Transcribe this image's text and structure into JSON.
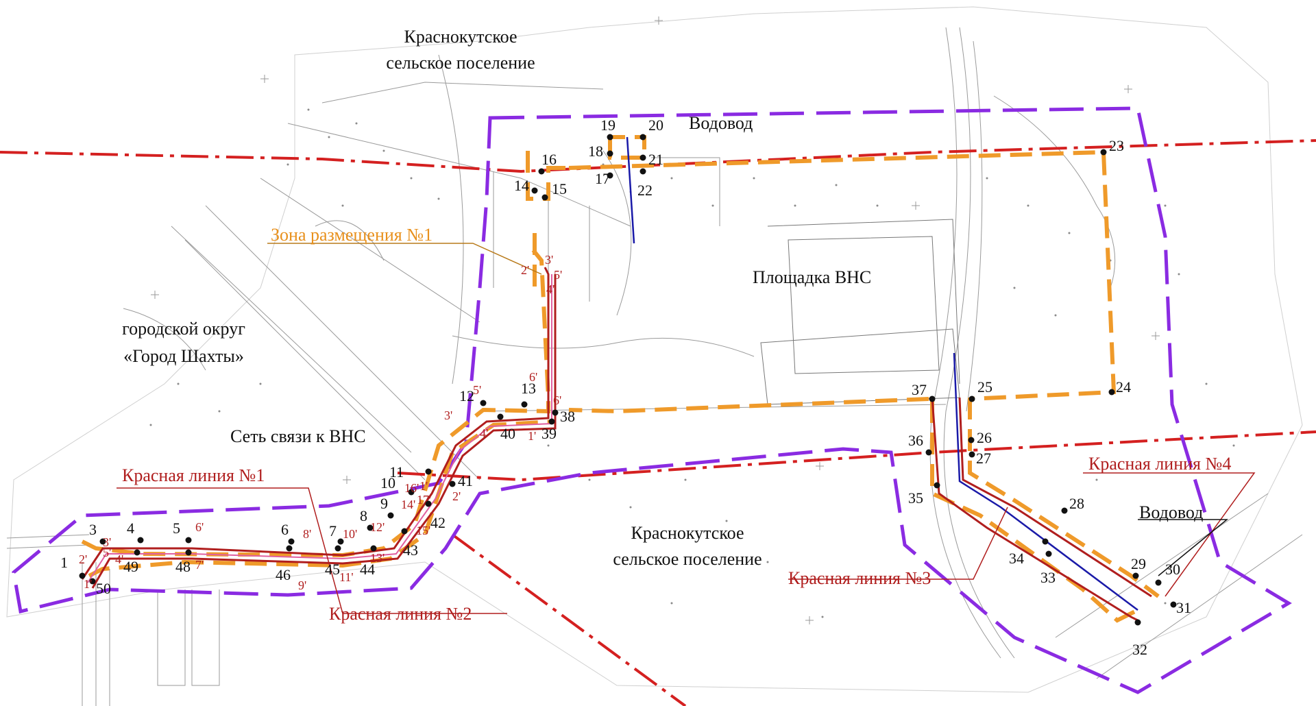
{
  "colors": {
    "red_line": "#d42020",
    "dark_red": "#b01e1e",
    "orange": "#ef9a2a",
    "purple": "#8a2be2",
    "blue": "#1a1aa8",
    "pink": "#e060a0",
    "basemap": "#9a9a9a"
  },
  "labels": {
    "krasnokut_north_1": "Краснокутское",
    "krasnokut_north_2": "сельское поселение",
    "krasnokut_south_1": "Краснокутское",
    "krasnokut_south_2": "сельское поселение",
    "shakhty_1": "городской округ",
    "shakhty_2": "«Город Шахты»",
    "water_north": "Водовод",
    "water_east": "Водовод",
    "vns_site": "Площадка ВНС",
    "zone_1": "Зона размещения №1",
    "comm_network": "Сеть связи к ВНС",
    "red_line_1": "Красная линия №1",
    "red_line_2": "Красная линия №2",
    "red_line_3": "Красная линия №3",
    "red_line_4": "Красная линия №4"
  },
  "points_black": [
    "1",
    "3",
    "4",
    "5",
    "6",
    "7",
    "8",
    "9",
    "10",
    "11",
    "12",
    "13",
    "14",
    "15",
    "16",
    "17",
    "18",
    "19",
    "20",
    "21",
    "22",
    "23",
    "24",
    "25",
    "26",
    "27",
    "28",
    "29",
    "30",
    "31",
    "32",
    "33",
    "34",
    "35",
    "36",
    "37",
    "38",
    "39",
    "40",
    "41",
    "42",
    "43",
    "44",
    "45",
    "46",
    "48",
    "49",
    "50"
  ],
  "points_red": [
    "1'",
    "2'",
    "3'",
    "4'",
    "5'",
    "6'",
    "7'",
    "8'",
    "9'",
    "10'",
    "11'",
    "12'",
    "13'",
    "14'",
    "15'",
    "16'",
    "17'",
    "1'",
    "2'",
    "3'",
    "4'",
    "5'",
    "6'",
    "1'",
    "2'",
    "3'",
    "4'",
    "5'",
    "6'"
  ]
}
